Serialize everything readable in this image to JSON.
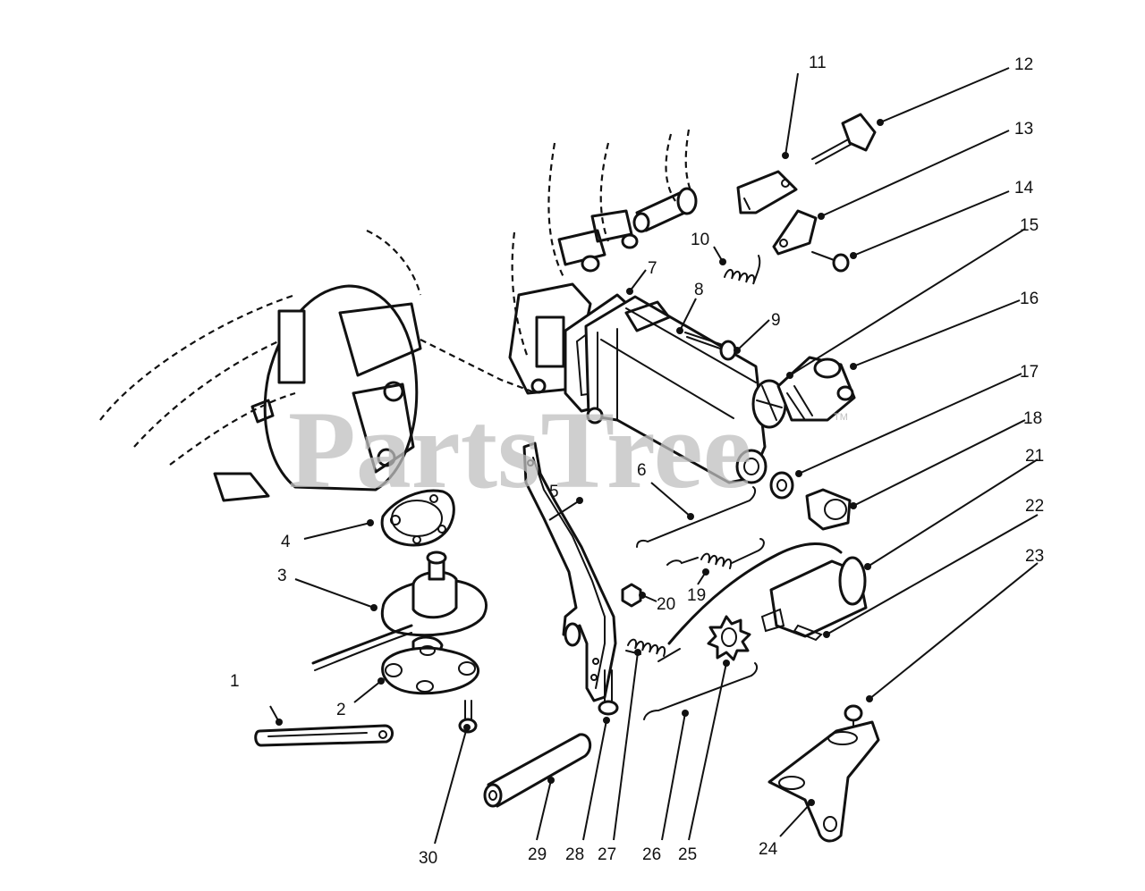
{
  "watermark": {
    "text": "PartsTree",
    "tm": "TM"
  },
  "callouts": [
    {
      "id": "1",
      "label": "1"
    },
    {
      "id": "2",
      "label": "2"
    },
    {
      "id": "3",
      "label": "3"
    },
    {
      "id": "4",
      "label": "4"
    },
    {
      "id": "5",
      "label": "5"
    },
    {
      "id": "6",
      "label": "6"
    },
    {
      "id": "7",
      "label": "7"
    },
    {
      "id": "8",
      "label": "8"
    },
    {
      "id": "9",
      "label": "9"
    },
    {
      "id": "10",
      "label": "10"
    },
    {
      "id": "11",
      "label": "11"
    },
    {
      "id": "12",
      "label": "12"
    },
    {
      "id": "13",
      "label": "13"
    },
    {
      "id": "14",
      "label": "14"
    },
    {
      "id": "15",
      "label": "15"
    },
    {
      "id": "16",
      "label": "16"
    },
    {
      "id": "17",
      "label": "17"
    },
    {
      "id": "18",
      "label": "18"
    },
    {
      "id": "19",
      "label": "19"
    },
    {
      "id": "20",
      "label": "20"
    },
    {
      "id": "21",
      "label": "21"
    },
    {
      "id": "22",
      "label": "22"
    },
    {
      "id": "23",
      "label": "23"
    },
    {
      "id": "24",
      "label": "24"
    },
    {
      "id": "25",
      "label": "25"
    },
    {
      "id": "26",
      "label": "26"
    },
    {
      "id": "27",
      "label": "27"
    },
    {
      "id": "28",
      "label": "28"
    },
    {
      "id": "29",
      "label": "29"
    },
    {
      "id": "30",
      "label": "30"
    }
  ]
}
